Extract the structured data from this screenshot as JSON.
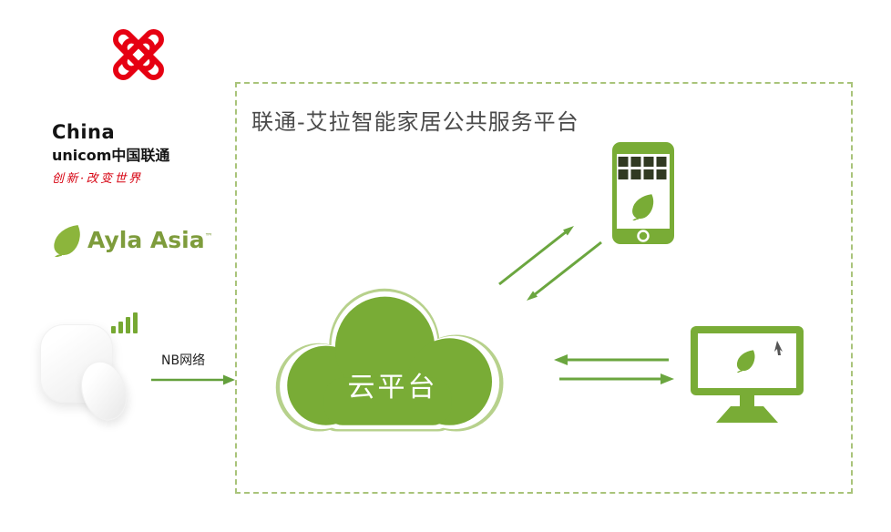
{
  "diagram": {
    "title": "联通-艾拉智能家居公共服务平台",
    "cloud_label": "云平台",
    "nb_label": "NB网络"
  },
  "branding": {
    "unicom": {
      "line1": "China",
      "line2": "unicom中国联通",
      "slogan": "创新·改变世界"
    },
    "ayla": {
      "name": "Ayla Asia",
      "trademark": "™"
    }
  },
  "icons": {
    "unicom_logo": "chinese-knot-icon",
    "ayla_logo": "leaf-icon",
    "device": "nb-sensor-image",
    "signal": "signal-bars-icon",
    "cloud": "cloud-icon",
    "phone": "smartphone-icon",
    "computer": "desktop-monitor-icon",
    "links": "double-arrow-icons"
  },
  "colors": {
    "brand_green": "#79AC36",
    "cloud_outline_green": "#B7D18C",
    "frame_dash_green": "#A9C47A",
    "arrow_green": "#6BA63F",
    "unicom_red": "#E60012",
    "title_gray": "#4A4A4A"
  }
}
